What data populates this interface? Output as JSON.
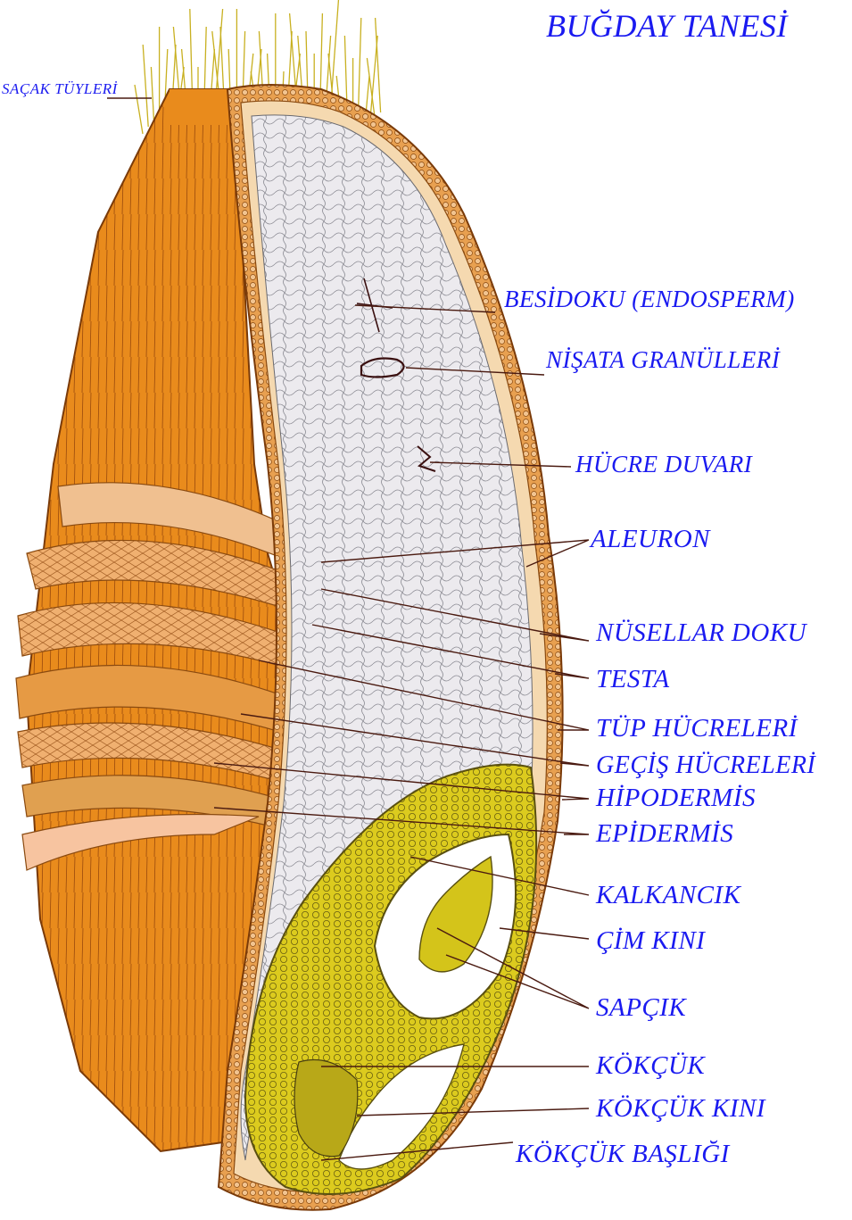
{
  "title": "BUĞDAY TANESİ",
  "labels": {
    "sacak": "SAÇAK TÜYLERİ",
    "besidoku": "BESİDOKU (ENDOSPERM)",
    "nisasta": "NİŞATA GRANÜLLERİ",
    "hucre_duvari": "HÜCRE DUVARI",
    "aleuron": "ALEURON",
    "nusellar": "NÜSELLAR DOKU",
    "testa": "TESTA",
    "tup": "TÜP HÜCRELERİ",
    "gecis": "GEÇİŞ HÜCRELERİ",
    "hipodermis": "HİPODERMİS",
    "epidermis": "EPİDERMİS",
    "kalkancik": "KALKANCIK",
    "cim_kini": "ÇİM KINI",
    "sapcik": "SAPÇIK",
    "kokcuk": "KÖKÇÜK",
    "kokcuk_kini": "KÖKÇÜK KINI",
    "kokcuk_basligi": "KÖKÇÜK BAŞLIĞI"
  },
  "colors": {
    "label": "#1a1af0",
    "bran": "#e88a1f",
    "bran_dark": "#b05a10",
    "endosperm": "#e6e6ea",
    "germ": "#d8c81c",
    "layer_light": "#f3c89a",
    "leader": "#4a1a10",
    "hair": "#c8b020"
  }
}
